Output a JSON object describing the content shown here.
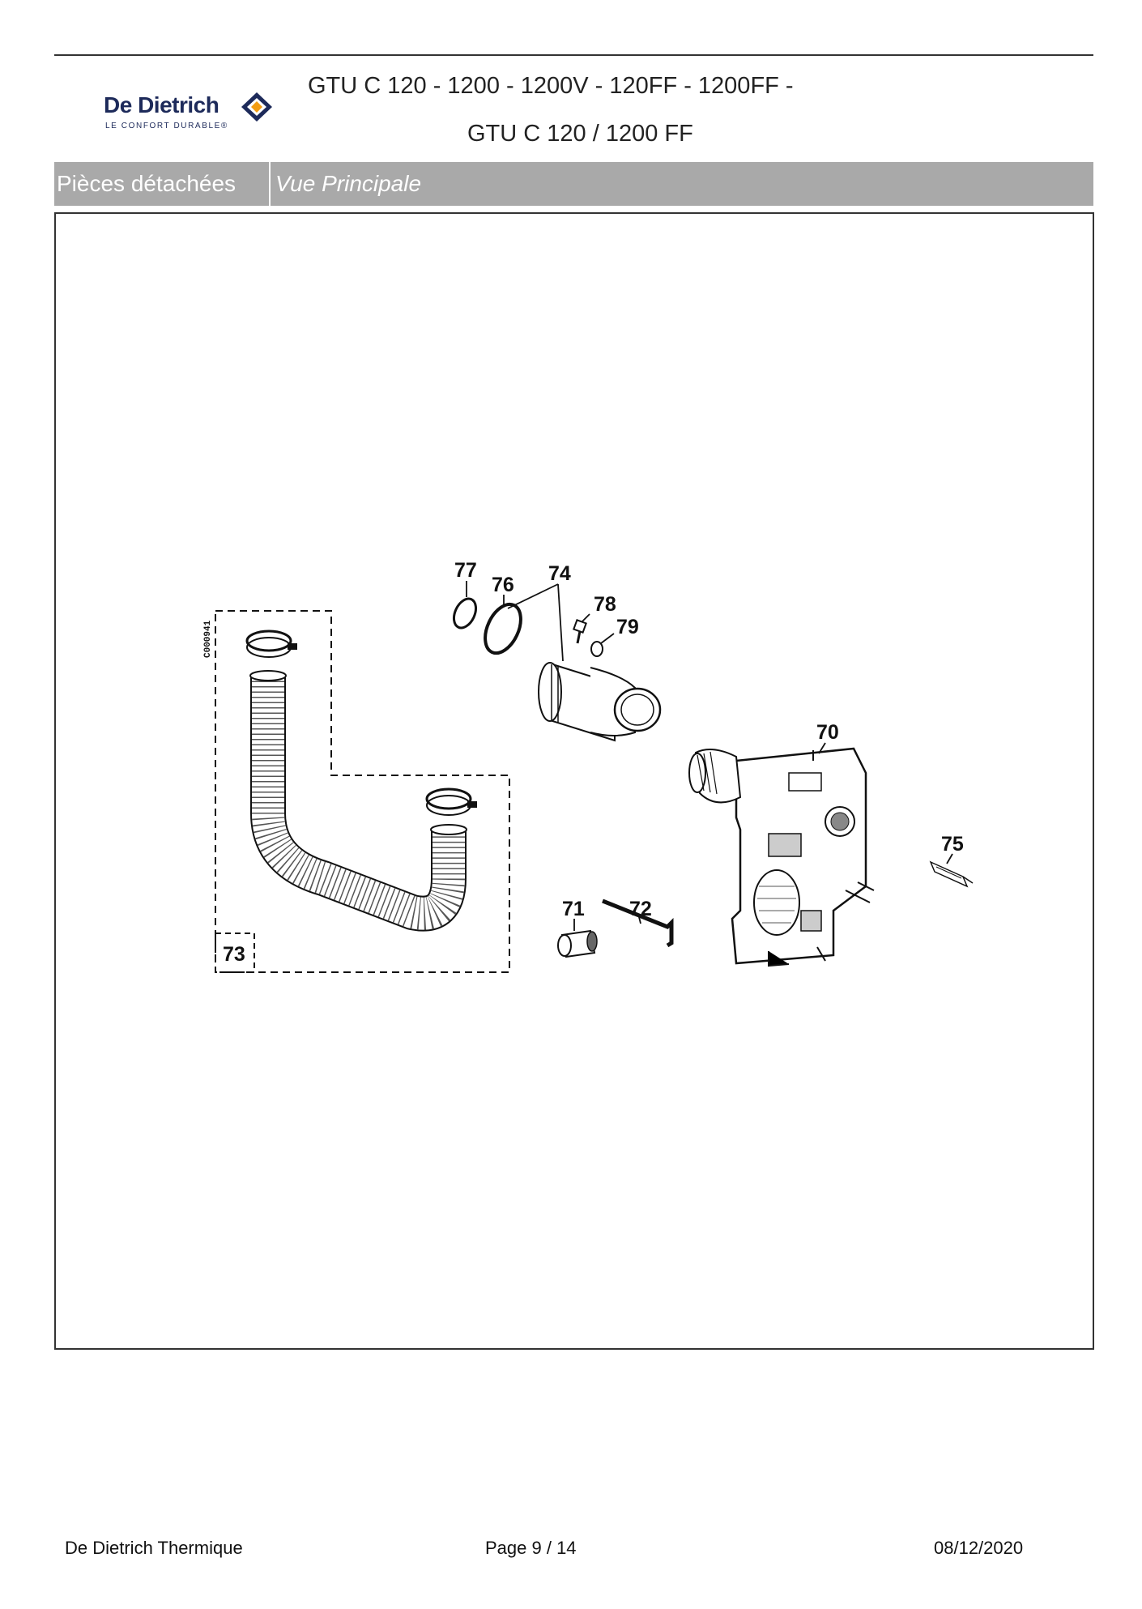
{
  "brand": {
    "name": "De Dietrich",
    "tagline": "LE CONFORT DURABLE®"
  },
  "header": {
    "title_line1": "GTU C 120 - 1200 - 1200V - 120FF - 1200FF -",
    "title_line2": "GTU C 120 / 1200 FF"
  },
  "section": {
    "left": "Pièces détachées",
    "right": "Vue Principale"
  },
  "diagram": {
    "ref_code": "C000941",
    "callouts": [
      "77",
      "76",
      "74",
      "78",
      "79",
      "70",
      "75",
      "71",
      "72",
      "73"
    ]
  },
  "footer": {
    "company": "De Dietrich Thermique",
    "page": "Page   9  /  14",
    "date": "08/12/2020"
  },
  "colors": {
    "brand_blue": "#1d2a5a",
    "brand_orange": "#f39c12",
    "bar_gray": "#a9a9a9"
  }
}
